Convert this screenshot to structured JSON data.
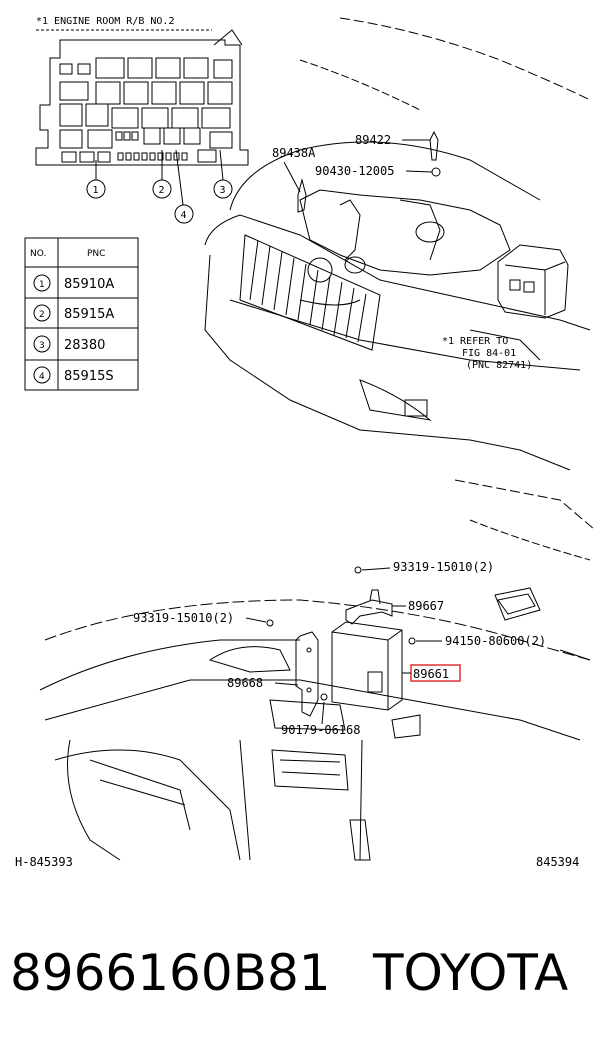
{
  "top_section": {
    "inset_title": "*1 ENGINE ROOM R/B NO.2",
    "inset_callouts": [
      "1",
      "2",
      "3",
      "4"
    ],
    "table": {
      "headers": [
        "NO.",
        "PNC"
      ],
      "rows": [
        {
          "no": "1",
          "pnc": "85910A"
        },
        {
          "no": "2",
          "pnc": "85915A"
        },
        {
          "no": "3",
          "pnc": "28380"
        },
        {
          "no": "4",
          "pnc": "85915S"
        }
      ]
    },
    "labels": {
      "p89438a": "89438A",
      "p89422": "89422",
      "p90430": "90430-12005",
      "refer_line1": "*1 REFER TO",
      "refer_line2": "FIG 84-01",
      "refer_line3": "(PNC 82741)"
    }
  },
  "bottom_section": {
    "labels": {
      "p93319_top": "93319-15010(2)",
      "p89667": "89667",
      "p93319_left": "93319-15010(2)",
      "p94150": "94150-80600(2)",
      "p89668": "89668",
      "p89661": "89661",
      "p90179": "90179-06168"
    },
    "highlight_color": "#e03030",
    "ref_left": "H-845393",
    "ref_right": "845394"
  },
  "caption": {
    "part_number": "8966160B81",
    "brand": "TOYOTA"
  }
}
